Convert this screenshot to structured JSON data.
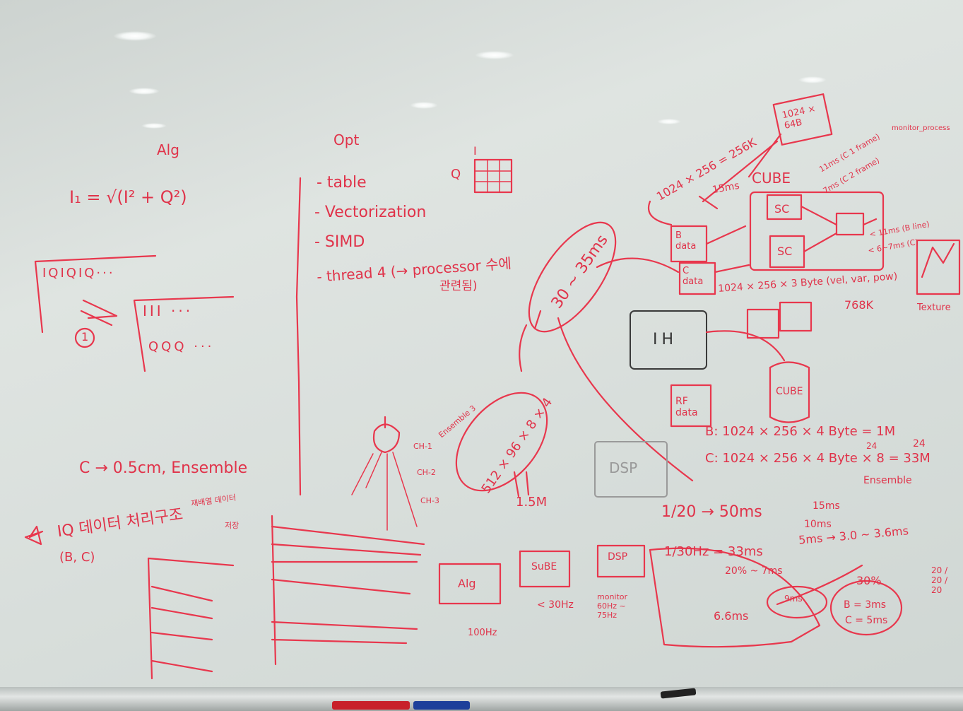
{
  "scene": {
    "description_colors": {
      "ink": "#e8374d",
      "board": "#dfe4e1",
      "dark_ink": "#333333"
    }
  },
  "left": {
    "alg": "Alg",
    "formula": "I₁ = √(I² + Q²)",
    "iq_seq": "IQIQIQ···",
    "iii": "III ···",
    "qqq": "QQQ ···",
    "circle_num": "1",
    "ensemble": "C → 0.5cm,     Ensemble",
    "iq_note": "IQ 데이터 처리구조",
    "bc": "(B, C)",
    "small_note": "재배열 데이터",
    "save_note": "저장"
  },
  "opt": {
    "title": "Opt",
    "items": [
      "- table",
      "- Vectorization",
      "- SIMD",
      "- thread 4 (→ processor 수에"
    ],
    "items_extra": "관련됨)",
    "i_label": "I",
    "q_label": "Q"
  },
  "middle": {
    "range": "30 ~ 35ms",
    "ih": "IH",
    "rf": "RF data",
    "dsp": "DSP",
    "calc": "512 × 96 × 8 × 4",
    "ens": "Ensemble 3",
    "size": "1.5M",
    "ch": [
      "CH-1",
      "CH-2",
      "CH-3"
    ]
  },
  "right": {
    "buf": "1024 × 64B",
    "mul": "1024 × 256 = 256K",
    "cube": "CUBE",
    "b_data": "B data",
    "c_data": "C data",
    "sc": "SC",
    "time1": "15ms",
    "time2": "11ms (C 1 frame)",
    "time3": "7ms (C 2 frame)",
    "monitor": "monitor_process",
    "byte_calc": "1024 × 256 × 3 Byte (vel, var, pow)",
    "k768": "768K",
    "cube2": "CUBE",
    "b_line": "B: 1024 × 256 × 4 Byte = 1M",
    "c_line": "C: 1024 × 256 × 4 Byte × 8 = 33M",
    "c_num": "24",
    "ensemble": "Ensemble",
    "lt11": "< 11ms (B line)",
    "lt6": "< 6~7ms (C)",
    "texture": "Texture"
  },
  "bottom": {
    "fps": "1/20 → 50ms",
    "fps_right": "15ms",
    "fps_right2": "10ms",
    "box_alg": "Alg",
    "box_sube": "SuBE",
    "box_dsp": "DSP",
    "hz100": "100Hz",
    "hz30": "< 30Hz",
    "monitor_hz": "monitor 60Hz ~ 75Hz",
    "hz30b": "1/30Hz = 33ms",
    "pct20": "20% ~ 7ms",
    "ms6": "6.6ms",
    "ms9": "9ms",
    "ms3": "5ms → 3.0 ~ 3.6ms",
    "pct30": "30%",
    "b_ms": "B = 3ms",
    "c_ms": "C = 5ms",
    "right_edge": "20 / 20 / 20"
  }
}
